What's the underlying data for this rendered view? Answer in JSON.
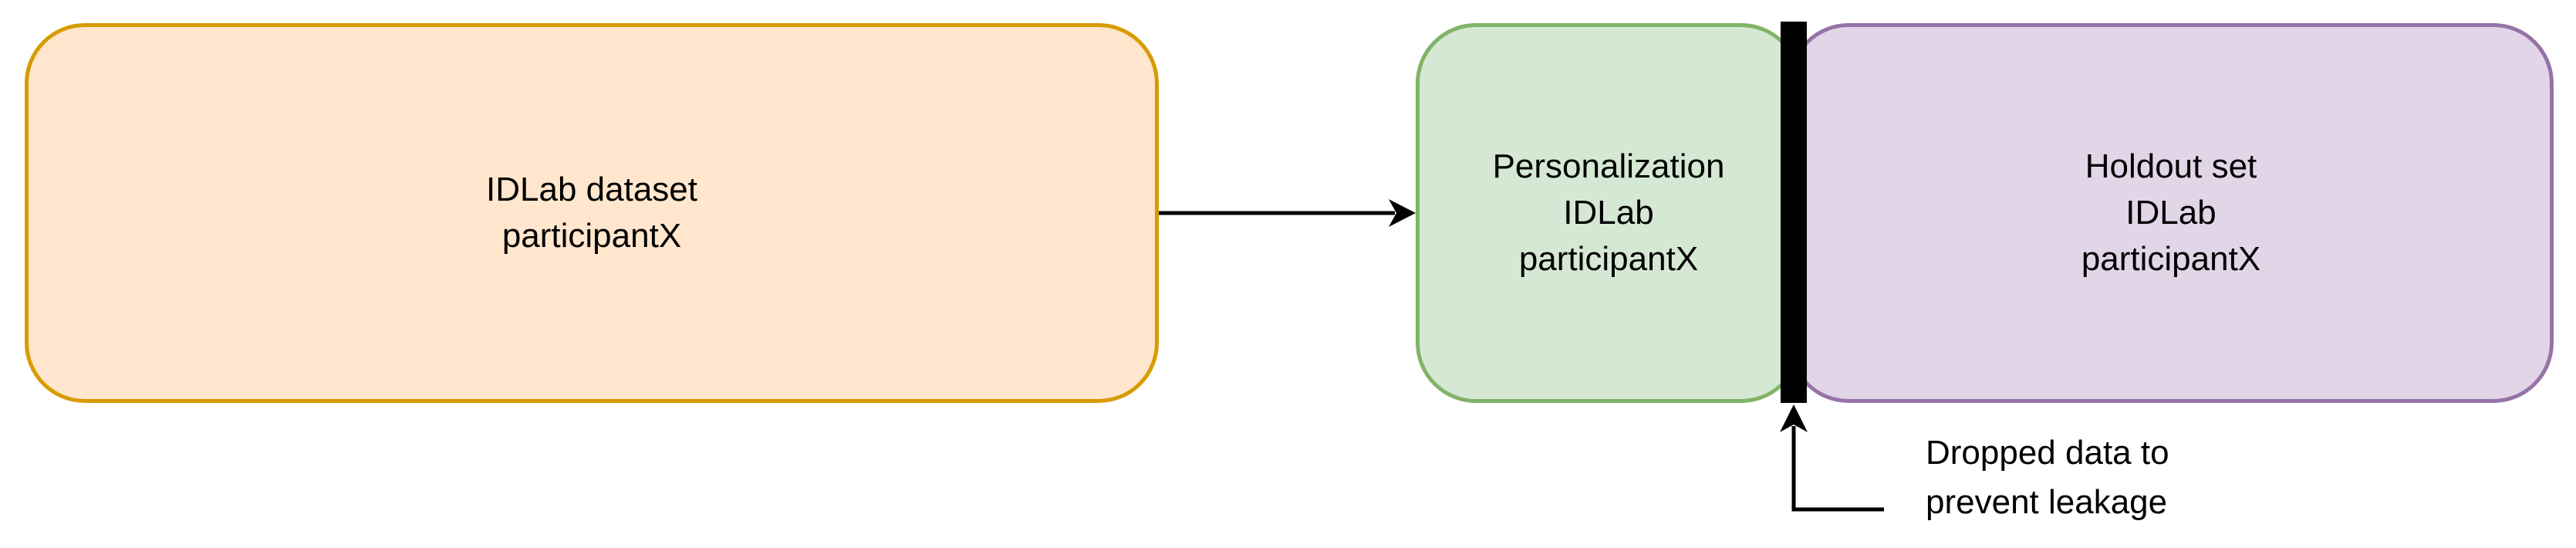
{
  "colors": {
    "dataset_fill": "#ffe6cc",
    "dataset_border": "#d79b00",
    "personalization_fill": "#d5e8d4",
    "personalization_border": "#82b366",
    "holdout_fill": "#e1d5e7",
    "holdout_border": "#9673a6",
    "separator": "#000000",
    "connector": "#000000"
  },
  "nodes": {
    "dataset": {
      "line1": "IDLab dataset",
      "line2": "participantX"
    },
    "personalization": {
      "line1": "Personalization",
      "line2": "IDLab",
      "line3": "participantX"
    },
    "holdout": {
      "line1": "Holdout set",
      "line2": "IDLab",
      "line3": "participantX"
    }
  },
  "annotation": {
    "line1": "Dropped data to",
    "line2": "prevent leakage"
  }
}
